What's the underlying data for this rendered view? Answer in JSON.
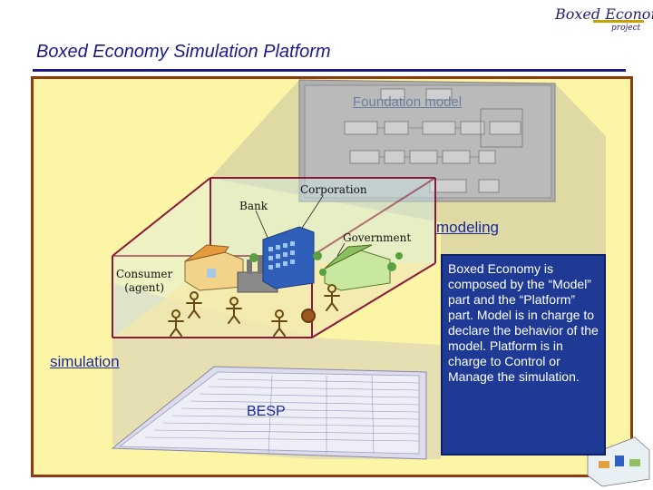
{
  "header": {
    "title": "Boxed Economy Simulation Platform",
    "logo_text": "Boxed Economy",
    "logo_subtext": "project"
  },
  "diagram": {
    "foundation_label": "Foundation model",
    "modeling_label": "modeling",
    "simulation_label": "simulation",
    "besp_label": "BESP",
    "agents": {
      "corporation": "Corporation",
      "bank": "Bank",
      "government": "Government",
      "consumer_line1": "Consumer",
      "consumer_line2": "(agent)"
    },
    "callout_text": "Boxed Economy is composed by the “Model” part and the “Platform” part. Model is in charge to declare the behavior of the model. Platform is in charge to Control or Manage the simulation."
  },
  "colors": {
    "title": "#1a1a8c",
    "stage_fill": "#fdf5a6",
    "stage_border": "#8b3a14",
    "room_edge": "#8b1a3a",
    "callout_fill": "#1f3a95",
    "link_text": "#1a2aa0"
  }
}
